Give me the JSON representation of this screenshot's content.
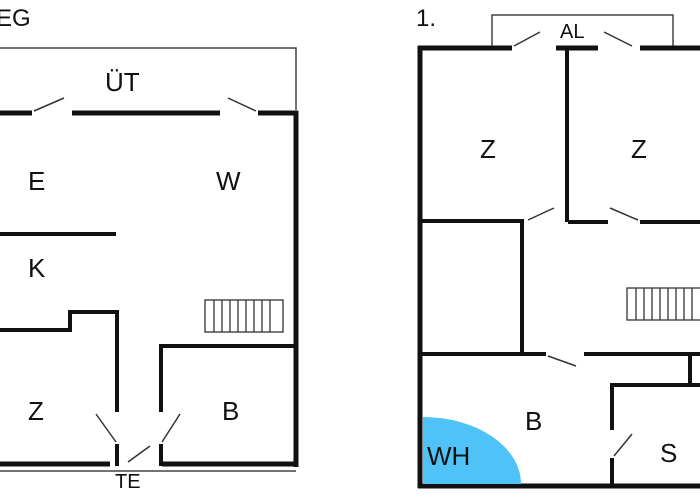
{
  "levels": {
    "ground": {
      "label": "EG"
    },
    "first": {
      "label": "1."
    }
  },
  "rooms": {
    "ground": {
      "terrace": "ÜT",
      "e": "E",
      "w": "W",
      "k": "K",
      "z": "Z",
      "b": "B",
      "te": "TE"
    },
    "first": {
      "balcony": "AL",
      "z_left": "Z",
      "z_right": "Z",
      "b": "B",
      "wh": "WH",
      "s": "S"
    }
  },
  "colors": {
    "wall": "#111111",
    "outline": "#444444",
    "accent": "#4fc3f7"
  }
}
